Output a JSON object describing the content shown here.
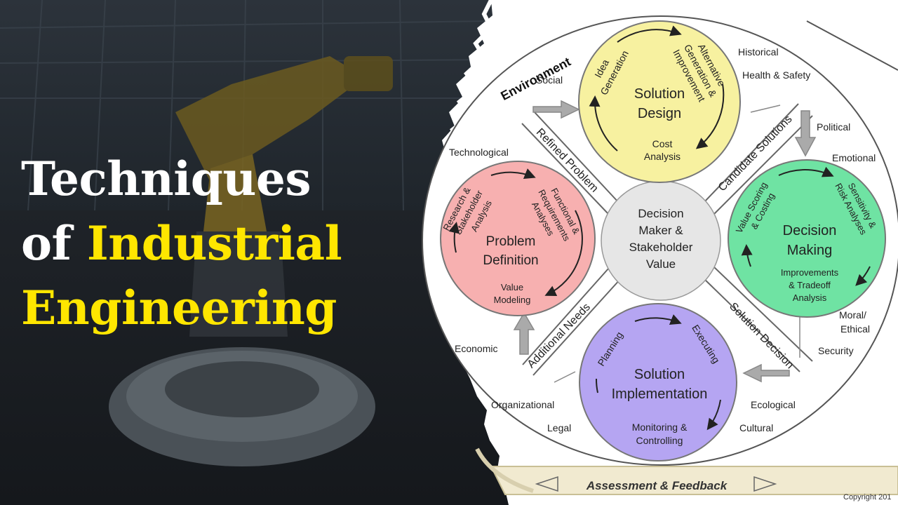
{
  "title": {
    "line1": "Techniques",
    "line2_white": "of",
    "line2_yellow": "Industrial",
    "line3": "Engineering"
  },
  "diagram": {
    "environment_label": "Environment",
    "center": [
      "Decision",
      "Maker &",
      "Stakeholder",
      "Value"
    ],
    "circles": {
      "solution_design": {
        "title": [
          "Solution",
          "Design"
        ],
        "steps": {
          "left": [
            "Idea",
            "Generation"
          ],
          "right": [
            "Alternative",
            "Generation &",
            "Improvement"
          ],
          "bottom": [
            "Cost",
            "Analysis"
          ]
        },
        "color": "#f7f1a0"
      },
      "problem_definition": {
        "title": [
          "Problem",
          "Definition"
        ],
        "steps": {
          "left": [
            "Research &",
            "Stakeholder",
            "Analysis"
          ],
          "right": [
            "Functional &",
            "Requirements",
            "Analyses"
          ],
          "bottom": [
            "Value",
            "Modeling"
          ]
        },
        "color": "#f7b0b0"
      },
      "decision_making": {
        "title": [
          "Decision",
          "Making"
        ],
        "steps": {
          "left": [
            "Value Scoring",
            "& Costing"
          ],
          "right": [
            "Sensitivity &",
            "Risk Analyses"
          ],
          "bottom": [
            "Improvements",
            "& Tradeoff",
            "Analysis"
          ]
        },
        "color": "#6fe3a3"
      },
      "solution_implementation": {
        "title": [
          "Solution",
          "Implementation"
        ],
        "steps": {
          "left": [
            "Planning"
          ],
          "right": [
            "Executing"
          ],
          "bottom": [
            "Monitoring &",
            "Controlling"
          ]
        },
        "color": "#b5a5f2"
      }
    },
    "spokes": {
      "top_left": "Refined Problem",
      "top_right": "Candidate Solutions",
      "bottom_left": "Additional Needs",
      "bottom_right": "Solution Decision"
    },
    "environment_factors": {
      "social": "Social",
      "historical": "Historical",
      "health_safety": "Health & Safety",
      "political": "Political",
      "emotional": "Emotional",
      "technological": "Technological",
      "moral_ethical": [
        "Moral/",
        "Ethical"
      ],
      "security": "Security",
      "economic": "Economic",
      "organizational": "Organizational",
      "ecological": "Ecological",
      "legal": "Legal",
      "cultural": "Cultural"
    },
    "feedback": "Assessment & Feedback",
    "copyright": "Copyright 201"
  }
}
